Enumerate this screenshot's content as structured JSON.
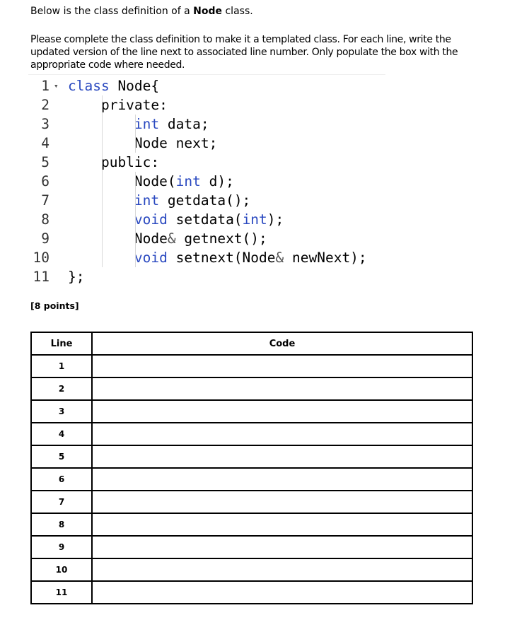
{
  "intro": {
    "before": "Below is the class definition of a ",
    "bold": "Node",
    "after": " class."
  },
  "instructions": {
    "line1": "Please complete the class definition to make it a templated class.  For each line, write the",
    "line2": "updated version of the line next to associated line number.  Only populate the box with the",
    "line3": "appropriate code where needed."
  },
  "code": {
    "fold_marker": "▾",
    "lines": [
      {
        "num": "1",
        "parts": [
          {
            "t": "class",
            "kw": true
          },
          {
            "t": " Node{"
          }
        ]
      },
      {
        "num": "2",
        "parts": [
          {
            "t": "    private:"
          }
        ]
      },
      {
        "num": "3",
        "parts": [
          {
            "t": "        "
          },
          {
            "t": "int",
            "kw": true
          },
          {
            "t": " data;"
          }
        ]
      },
      {
        "num": "4",
        "parts": [
          {
            "t": "        Node next;"
          }
        ]
      },
      {
        "num": "5",
        "parts": [
          {
            "t": "    public:"
          }
        ]
      },
      {
        "num": "6",
        "parts": [
          {
            "t": "        Node("
          },
          {
            "t": "int",
            "kw": true
          },
          {
            "t": " d);"
          }
        ]
      },
      {
        "num": "7",
        "parts": [
          {
            "t": "        "
          },
          {
            "t": "int",
            "kw": true
          },
          {
            "t": " getdata();"
          }
        ]
      },
      {
        "num": "8",
        "parts": [
          {
            "t": "        "
          },
          {
            "t": "void",
            "kw": true
          },
          {
            "t": " setdata("
          },
          {
            "t": "int",
            "kw": true
          },
          {
            "t": ");"
          }
        ]
      },
      {
        "num": "9",
        "parts": [
          {
            "t": "        Node"
          },
          {
            "t": "&",
            "amp": true
          },
          {
            "t": " getnext();"
          }
        ]
      },
      {
        "num": "10",
        "parts": [
          {
            "t": "        "
          },
          {
            "t": "void",
            "kw": true
          },
          {
            "t": " setnext(Node"
          },
          {
            "t": "&",
            "amp": true
          },
          {
            "t": " newNext);"
          }
        ]
      },
      {
        "num": "11",
        "parts": [
          {
            "t": "};"
          }
        ]
      }
    ]
  },
  "points_label": "[8 points]",
  "answer_table": {
    "header_line": "Line",
    "header_code": "Code",
    "rows": [
      "1",
      "2",
      "3",
      "4",
      "5",
      "6",
      "7",
      "8",
      "9",
      "10",
      "11"
    ]
  }
}
